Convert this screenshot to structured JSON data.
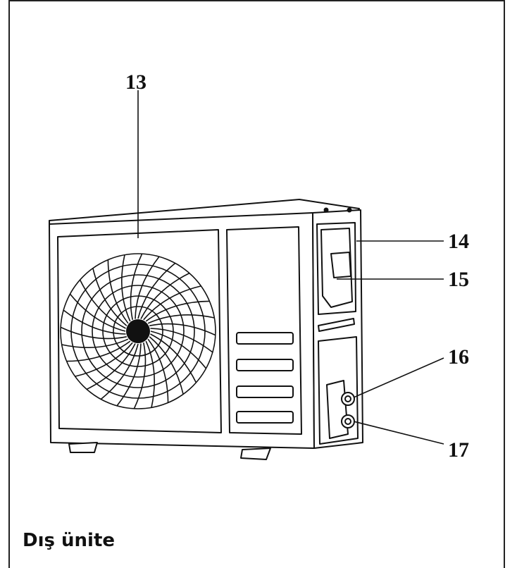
{
  "caption": "Dış ünite",
  "callouts": {
    "c13": "13",
    "c14": "14",
    "c15": "15",
    "c16": "16",
    "c17": "17"
  },
  "colors": {
    "ink": "#111111",
    "paper": "#ffffff"
  }
}
